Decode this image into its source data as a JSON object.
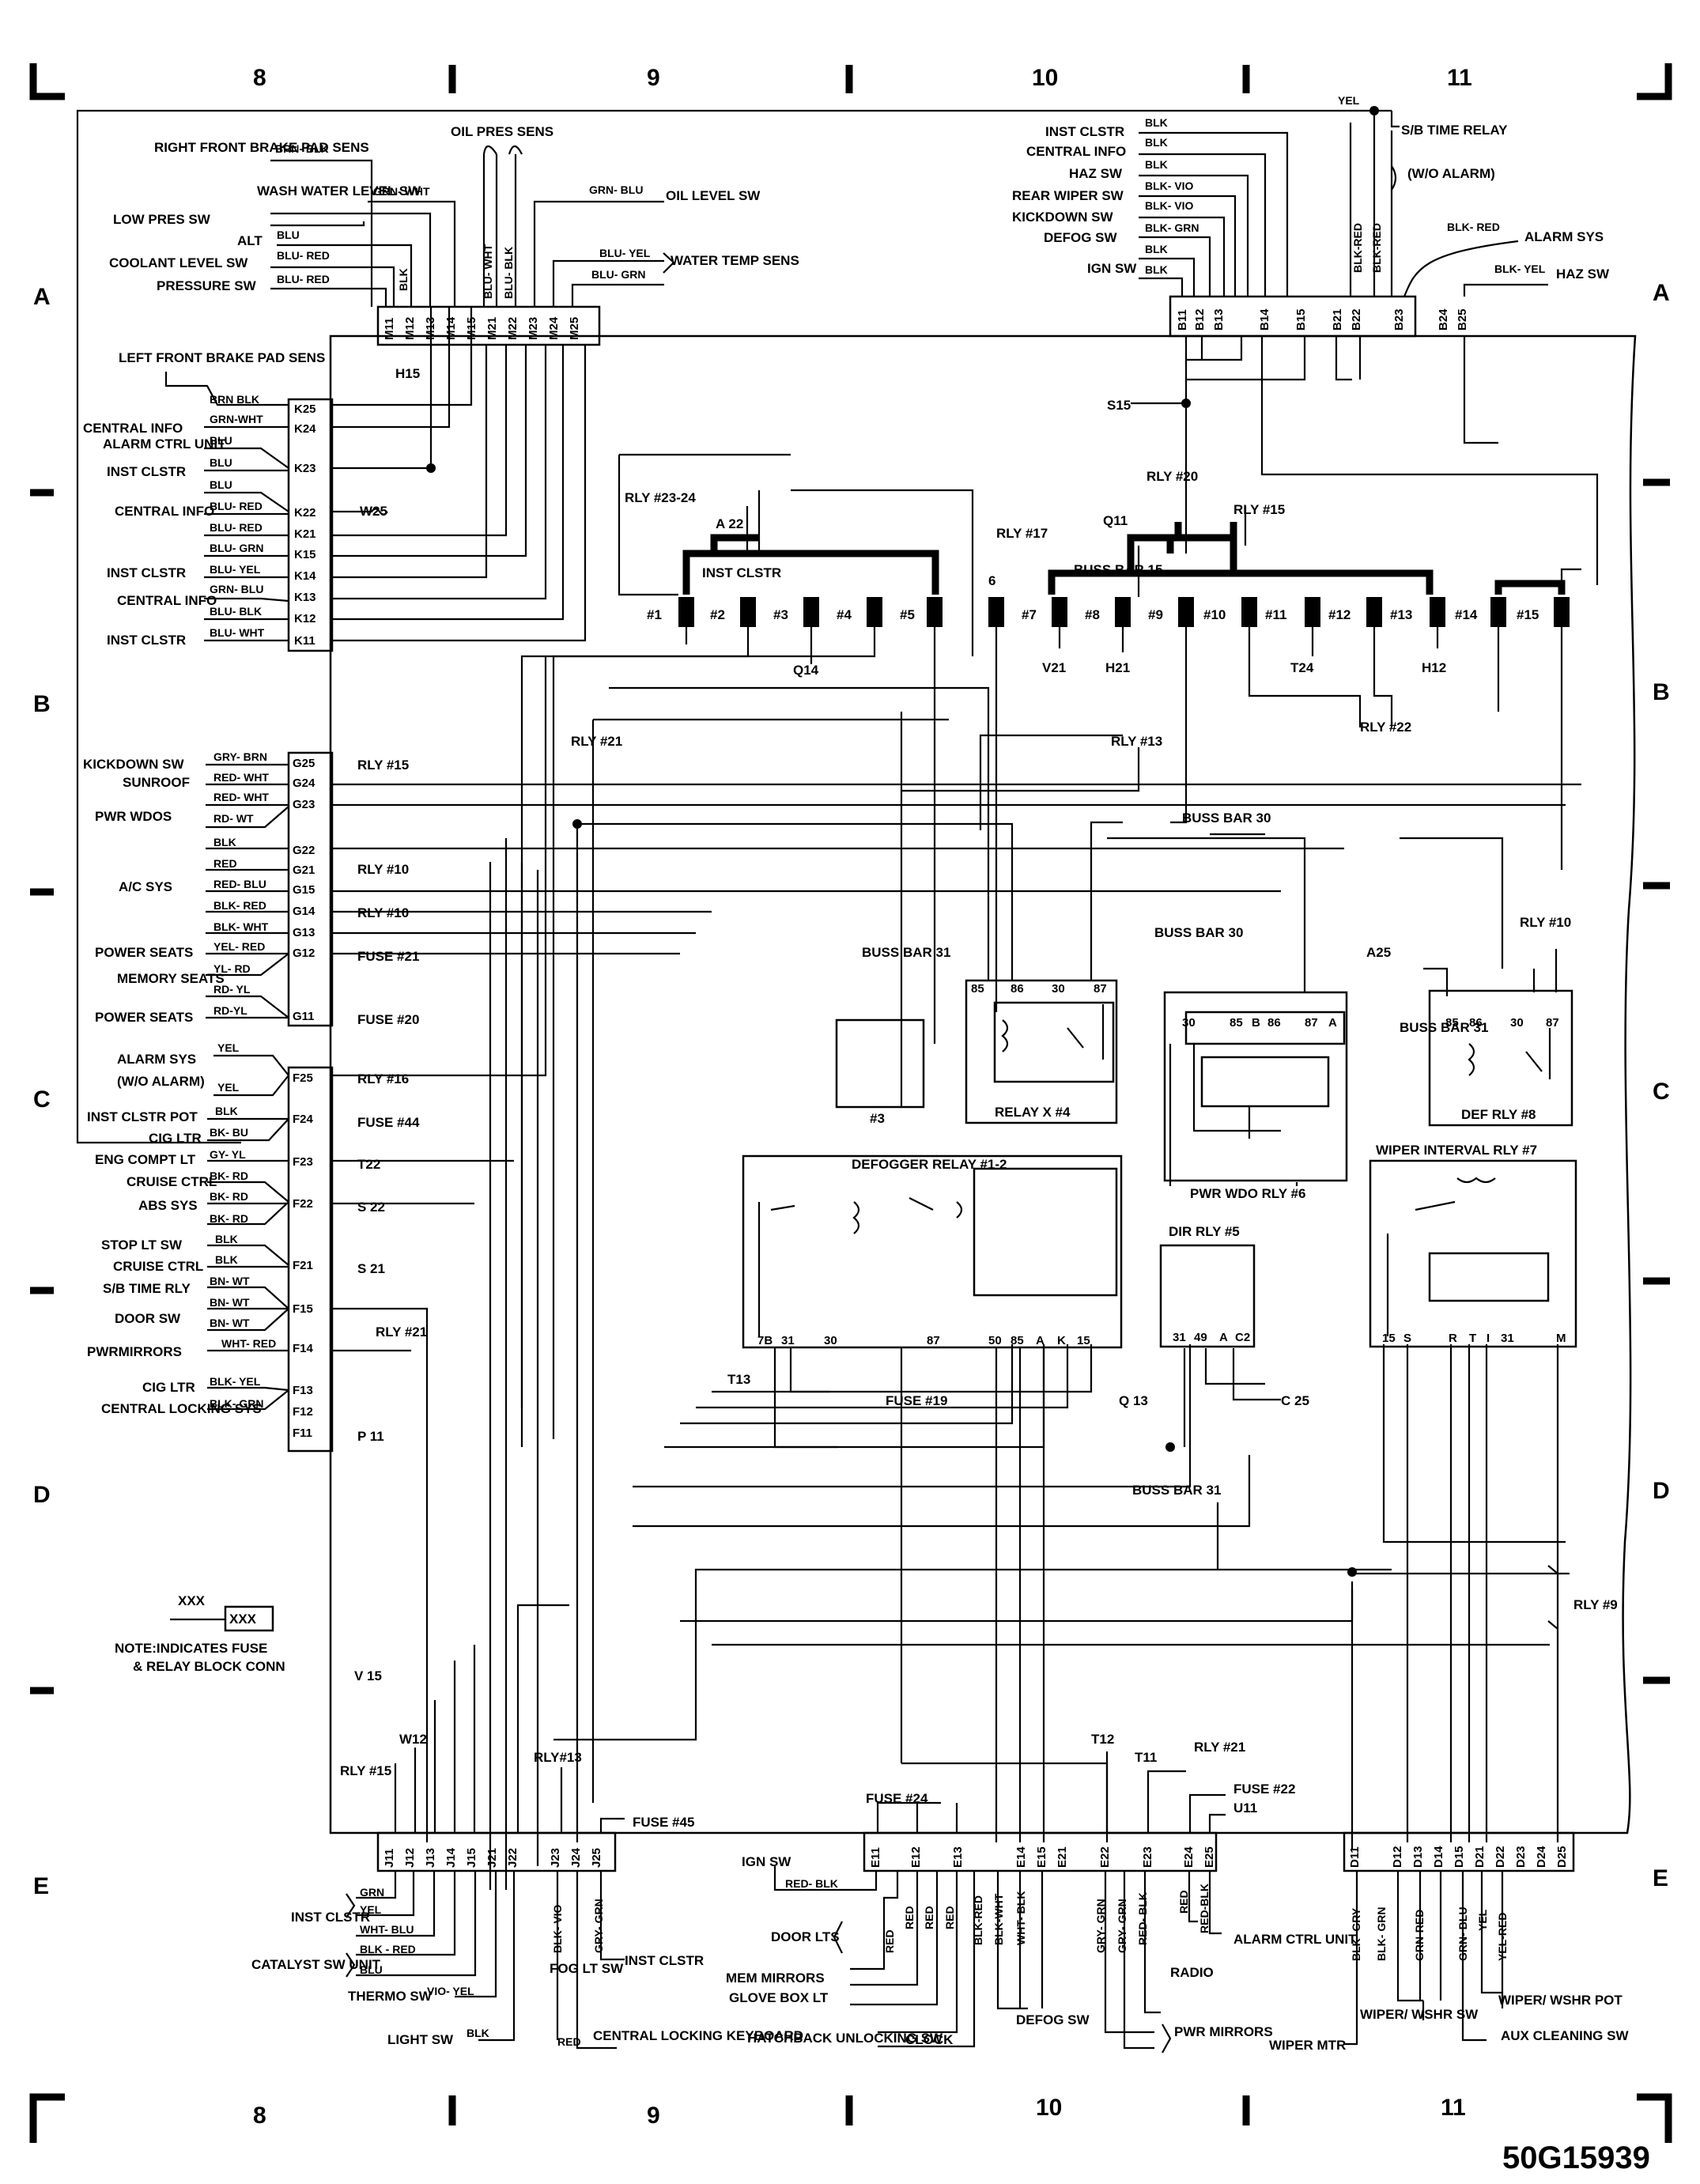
{
  "title": "",
  "diagram_code": "50G15939",
  "zones": {
    "top": [
      "8",
      "9",
      "10",
      "11"
    ],
    "bottom": [
      "8",
      "9",
      "10",
      "11"
    ]
  },
  "rows": [
    "A",
    "B",
    "C",
    "D",
    "E"
  ],
  "legend": {
    "sample_wire": "XXX",
    "sample_box": "XXX",
    "note": [
      "NOTE:INDICATES FUSE",
      "& RELAY BLOCK CONN"
    ]
  },
  "top_left_components": [
    "RIGHT FRONT BRAKE PAD SENS",
    "WASH WATER LEVEL SW",
    "LOW PRES SW",
    "ALT",
    "COOLANT LEVEL SW",
    "PRESSURE SW",
    "OIL PRES SENS",
    "OIL LEVEL SW",
    "WATER TEMP SENS"
  ],
  "top_left_wires": [
    "BRN- BLK",
    "GRN- WHT",
    "BLU",
    "BLU- RED",
    "BLU- RED",
    "BLK",
    "BLU- WHT",
    "BLU- BLK",
    "GRN- BLU",
    "BLU- YEL",
    "BLU- GRN"
  ],
  "m_pins": [
    "M11",
    "M12",
    "M13",
    "M14",
    "M15",
    "M21",
    "M22",
    "M23",
    "M24",
    "M25"
  ],
  "top_right_components": [
    "INST CLSTR",
    "CENTRAL INFO",
    "HAZ SW",
    "REAR WIPER SW",
    "KICKDOWN SW",
    "DEFOG SW",
    "IGN SW",
    "S/B TIME RELAY",
    "(W/O ALARM)",
    "ALARM SYS",
    "HAZ SW"
  ],
  "top_right_wires": [
    "YEL",
    "BLK",
    "BLK",
    "BLK",
    "BLK- VIO",
    "BLK- VIO",
    "BLK- GRN",
    "BLK",
    "BLK",
    "BLK-RED",
    "BLK-RED",
    "BLK- RED",
    "BLK- YEL"
  ],
  "b_pins": [
    "B11",
    "B12",
    "B13",
    "B14",
    "B15",
    "B21",
    "B22",
    "B23",
    "B24",
    "B25"
  ],
  "left_k_components": [
    "LEFT FRONT BRAKE PAD SENS",
    "CENTRAL INFO",
    "ALARM CTRL UNIT",
    "INST CLSTR",
    "CENTRAL INFO",
    "INST CLSTR",
    "CENTRAL INFO",
    "INST CLSTR"
  ],
  "left_k_wires": [
    "BRN BLK",
    "GRN-WHT",
    "BLU",
    "BLU",
    "BLU",
    "BLU- RED",
    "BLU- RED",
    "BLU- GRN",
    "BLU- YEL",
    "GRN- BLU",
    "BLU- BLK",
    "BLU- WHT"
  ],
  "k_pins": [
    "K25",
    "K24",
    "K23",
    "K22",
    "K21",
    "K15",
    "K14",
    "K13",
    "K12",
    "K11"
  ],
  "left_g_components": [
    "KICKDOWN SW",
    "SUNROOF",
    "PWR WDOS",
    "A/C SYS",
    "POWER SEATS",
    "MEMORY SEATS",
    "POWER SEATS"
  ],
  "left_g_wires": [
    "GRY- BRN",
    "RED- WHT",
    "RED- WHT",
    "RD- WT",
    "BLK",
    "RED",
    "RED- BLU",
    "BLK- RED",
    "BLK- WHT",
    "YEL- RED",
    "YL- RD",
    "RD- YL",
    "RD-YL"
  ],
  "g_pins": [
    "G25",
    "G24",
    "G23",
    "G22",
    "G21",
    "G15",
    "G14",
    "G13",
    "G12",
    "G11"
  ],
  "g_refs": [
    "RLY #15",
    "RLY #10",
    "RLY #10",
    "FUSE #21",
    "FUSE #20"
  ],
  "left_f_components": [
    "ALARM SYS",
    "(W/O ALARM)",
    "INST CLSTR POT",
    "CIG LTR",
    "ENG COMPT LT",
    "CRUISE CTRL",
    "ABS SYS",
    "STOP LT SW",
    "CRUISE CTRL",
    "S/B TIME RLY",
    "DOOR SW",
    "PWRMIRRORS",
    "CIG LTR",
    "CENTRAL LOCKING SYS"
  ],
  "left_f_wires": [
    "YEL",
    "YEL",
    "BLK",
    "BK- BU",
    "GY- YL",
    "BK- RD",
    "BK- RD",
    "BK- RD",
    "BLK",
    "BLK",
    "BN- WT",
    "BN- WT",
    "BN- WT",
    "WHT- RED",
    "BLK- YEL",
    "BLK- GRN"
  ],
  "f_pins": [
    "F25",
    "F24",
    "F23",
    "F22",
    "F21",
    "F15",
    "F14",
    "F13",
    "F12",
    "F11"
  ],
  "f_refs": [
    "RLY #16",
    "FUSE #44",
    "T22",
    "S 22",
    "S 21",
    "RLY #21",
    "P 11"
  ],
  "fuses": [
    "#1",
    "#2",
    "#3",
    "#4",
    "#5",
    "6",
    "#7",
    "#8",
    "#9",
    "#10",
    "#11",
    "#12",
    "#13",
    "#14",
    "#15"
  ],
  "fuse_refs": [
    "RLY #23-24",
    "A 22",
    "INST CLSTR",
    "Q14",
    "RLY #20",
    "RLY #17",
    "Q11",
    "RLY #15",
    "BUSS BAR 15",
    "S15",
    "V21",
    "H21",
    "T24",
    "H12",
    "RLY #22",
    "H15",
    "W25"
  ],
  "internal_refs": [
    "RLY #21",
    "RLY #13",
    "BUSS BAR 30",
    "BUSS BAR 31",
    "BUSS BAR 30",
    "A25",
    "RLY #10",
    "BUSS BAR 31",
    "BUSS BAR 31",
    "Q 13",
    "FUSE #19",
    "T13",
    "C 25",
    "RLY #9"
  ],
  "relay_x4": {
    "name": "RELAY X #4",
    "pins": [
      "85",
      "86",
      "30",
      "87"
    ]
  },
  "relay_3": {
    "name": "#3"
  },
  "pwr_wdo_relay": {
    "name": "PWR WDO RLY #6",
    "pins": [
      "30",
      "85",
      "B",
      "86",
      "87",
      "A"
    ]
  },
  "def_relay": {
    "name": "DEF RLY #8",
    "pins": [
      "85",
      "86",
      "30",
      "87"
    ]
  },
  "defogger_relay": {
    "name": "DEFOGGER RELAY #1-2",
    "pins": [
      "7B",
      "31",
      "30",
      "87",
      "50",
      "85",
      "A",
      "K",
      "15"
    ]
  },
  "dir_relay": {
    "name": "DIR RLY #5",
    "pins": [
      "31",
      "49",
      "A",
      "C2"
    ]
  },
  "wiper_relay": {
    "name": "WIPER INTERVAL RLY #7",
    "pins": [
      "15",
      "S",
      "R",
      "T",
      "I",
      "31",
      "M"
    ]
  },
  "bottom_refs": [
    "V 15",
    "W12",
    "RLY #15",
    "RLY#13",
    "FUSE #45",
    "FUSE #24",
    "T12",
    "T11",
    "RLY #21",
    "FUSE #22",
    "U11"
  ],
  "j_pins": [
    "J11",
    "J12",
    "J13",
    "J14",
    "J15",
    "J21",
    "J22",
    "J23",
    "J24",
    "J25"
  ],
  "e_pins": [
    "E11",
    "E12",
    "E13",
    "E14",
    "E15",
    "E21",
    "E22",
    "E23",
    "E24",
    "E25"
  ],
  "d_pins": [
    "D11",
    "D12",
    "D13",
    "D14",
    "D15",
    "D21",
    "D22",
    "D23",
    "D24",
    "D25"
  ],
  "bottom_j_wires": [
    "GRN",
    "YEL",
    "WHT- BLU",
    "BLK - RED",
    "BLU",
    "VIO- YEL",
    "BLK",
    "BLK- VIO",
    "RED",
    "GRY- GRN"
  ],
  "bottom_j_components": [
    "INST CLSTR",
    "CATALYST SW UNIT",
    "THERMO SW",
    "LIGHT SW",
    "FOG LT SW",
    "CENTRAL LOCKING KEYBOARD",
    "INST CLSTR"
  ],
  "bottom_e_wires": [
    "RED- BLK",
    "RED",
    "RED",
    "RED",
    "RED",
    "BLK-RED",
    "BLK-WHT",
    "WHT- BLK",
    "GRY- GRN",
    "GRY- GRN",
    "RED- BLK",
    "RED",
    "RED-BLK"
  ],
  "bottom_e_components": [
    "IGN SW",
    "DOOR LTS",
    "MEM MIRRORS",
    "GLOVE BOX LT",
    "HATCHBACK UNLOCKING SW",
    "CLOCK",
    "DEFOG SW",
    "PWR MIRRORS",
    "RADIO",
    "ALARM CTRL UNIT"
  ],
  "bottom_d_wires": [
    "BLK- GRY",
    "BLK- GRN",
    "GRN-RED",
    "GRN- BLU",
    "YEL",
    "YEL-RED"
  ],
  "bottom_d_components": [
    "WIPER MTR",
    "WIPER/ WSHR SW",
    "WIPER/ WSHR POT",
    "AUX CLEANING SW"
  ]
}
